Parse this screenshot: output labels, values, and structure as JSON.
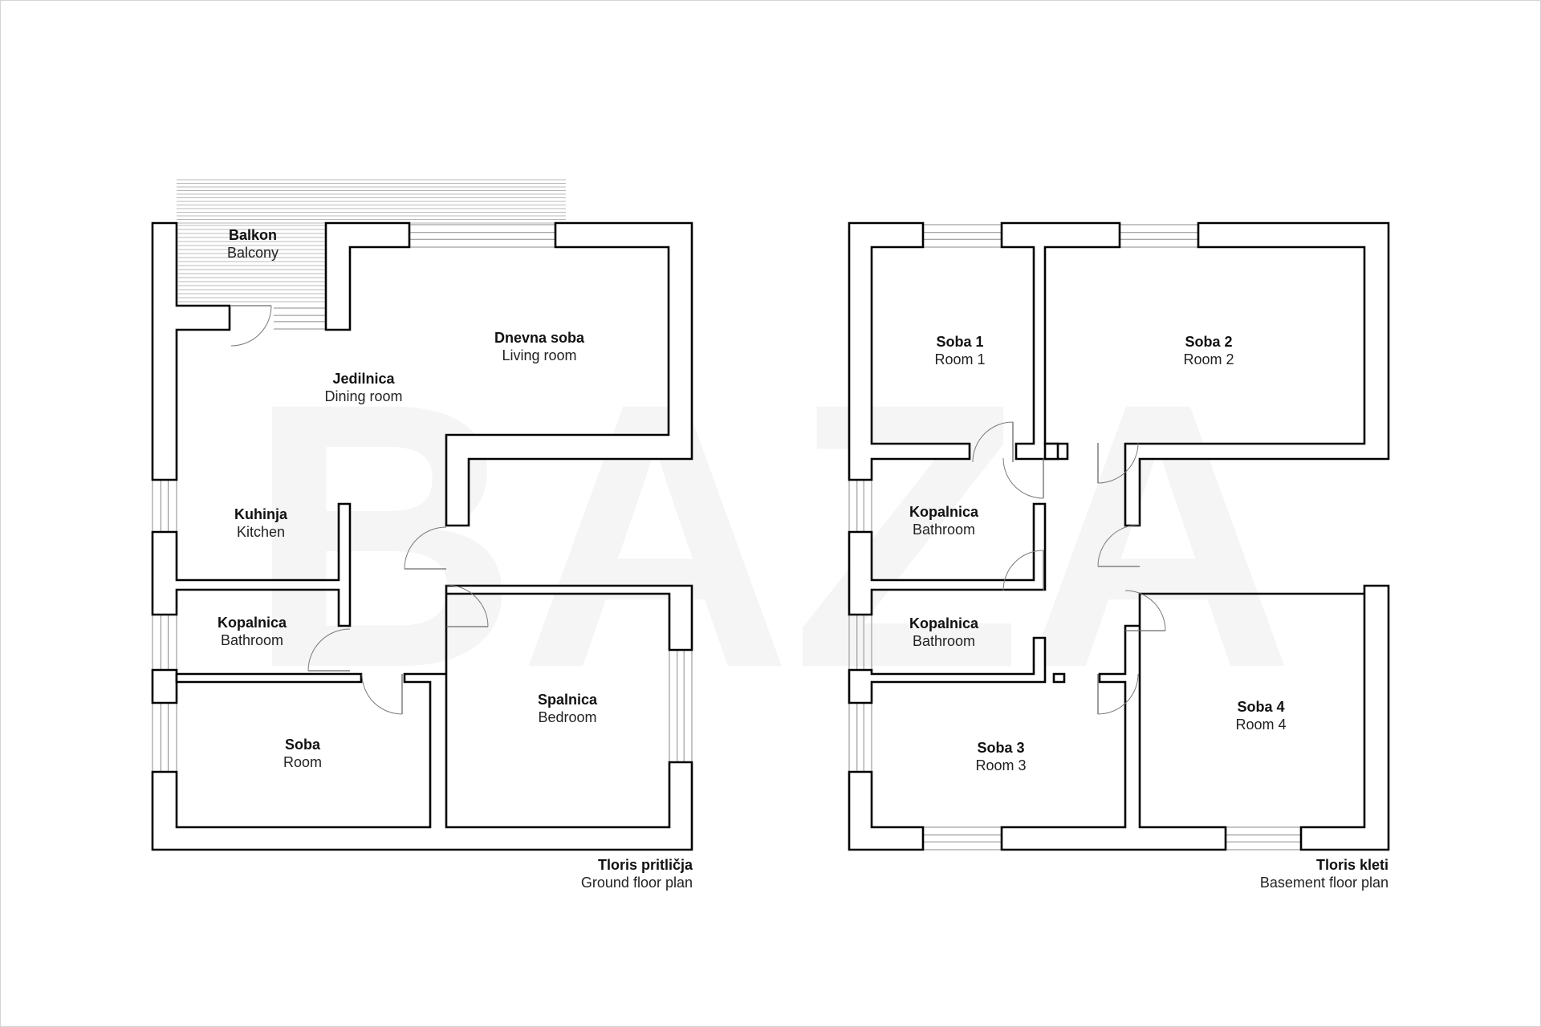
{
  "watermark": "BAZA",
  "ground_floor": {
    "plan_title": "Tloris pritličja",
    "plan_subtitle": "Ground floor plan",
    "rooms": [
      {
        "name": "Balkon",
        "name_en": "Balcony"
      },
      {
        "name": "Dnevna soba",
        "name_en": "Living room"
      },
      {
        "name": "Jedilnica",
        "name_en": "Dining room"
      },
      {
        "name": "Kuhinja",
        "name_en": "Kitchen"
      },
      {
        "name": "Kopalnica",
        "name_en": "Bathroom"
      },
      {
        "name": "Spalnica",
        "name_en": "Bedroom"
      },
      {
        "name": "Soba",
        "name_en": "Room"
      }
    ]
  },
  "basement": {
    "plan_title": "Tloris kleti",
    "plan_subtitle": "Basement floor plan",
    "rooms": [
      {
        "name": "Soba 1",
        "name_en": "Room 1"
      },
      {
        "name": "Soba 2",
        "name_en": "Room 2"
      },
      {
        "name": "Kopalnica",
        "name_en": "Bathroom"
      },
      {
        "name": "Kopalnica",
        "name_en": "Bathroom"
      },
      {
        "name": "Soba 3",
        "name_en": "Room 3"
      },
      {
        "name": "Soba 4",
        "name_en": "Room 4"
      }
    ]
  }
}
